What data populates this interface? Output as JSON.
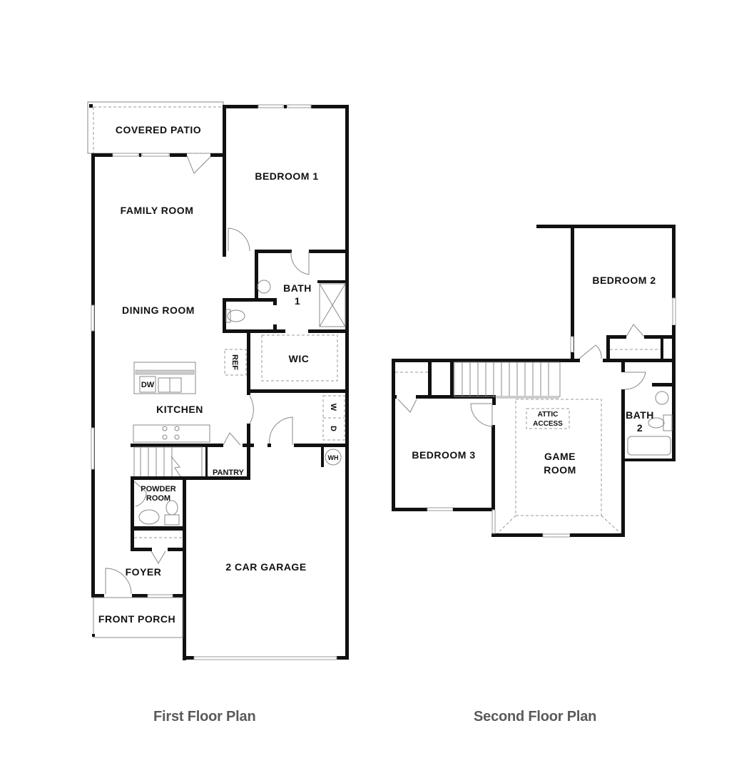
{
  "first_floor": {
    "caption": "First Floor Plan",
    "rooms": {
      "covered_patio": "COVERED PATIO",
      "bedroom_1": "BEDROOM 1",
      "family_room": "FAMILY ROOM",
      "bath_1_line1": "BATH",
      "bath_1_line2": "1",
      "dining_room": "DINING ROOM",
      "wic": "WIC",
      "kitchen": "KITCHEN",
      "pantry": "PANTRY",
      "powder_room_line1": "POWDER",
      "powder_room_line2": "ROOM",
      "foyer": "FOYER",
      "front_porch": "FRONT PORCH",
      "garage": "2 CAR GARAGE"
    },
    "fixtures": {
      "refrigerator": "REF",
      "dishwasher": "DW",
      "washer": "W",
      "dryer": "D",
      "water_heater": "WH"
    }
  },
  "second_floor": {
    "caption": "Second Floor Plan",
    "rooms": {
      "bedroom_2": "BEDROOM 2",
      "bath_2_line1": "BATH",
      "bath_2_line2": "2",
      "bedroom_3": "BEDROOM 3",
      "game_room_line1": "GAME",
      "game_room_line2": "ROOM",
      "attic_line1": "ATTIC",
      "attic_line2": "ACCESS"
    }
  },
  "colors": {
    "wall": "#111111",
    "caption": "#5a5a5a",
    "background": "#ffffff"
  }
}
